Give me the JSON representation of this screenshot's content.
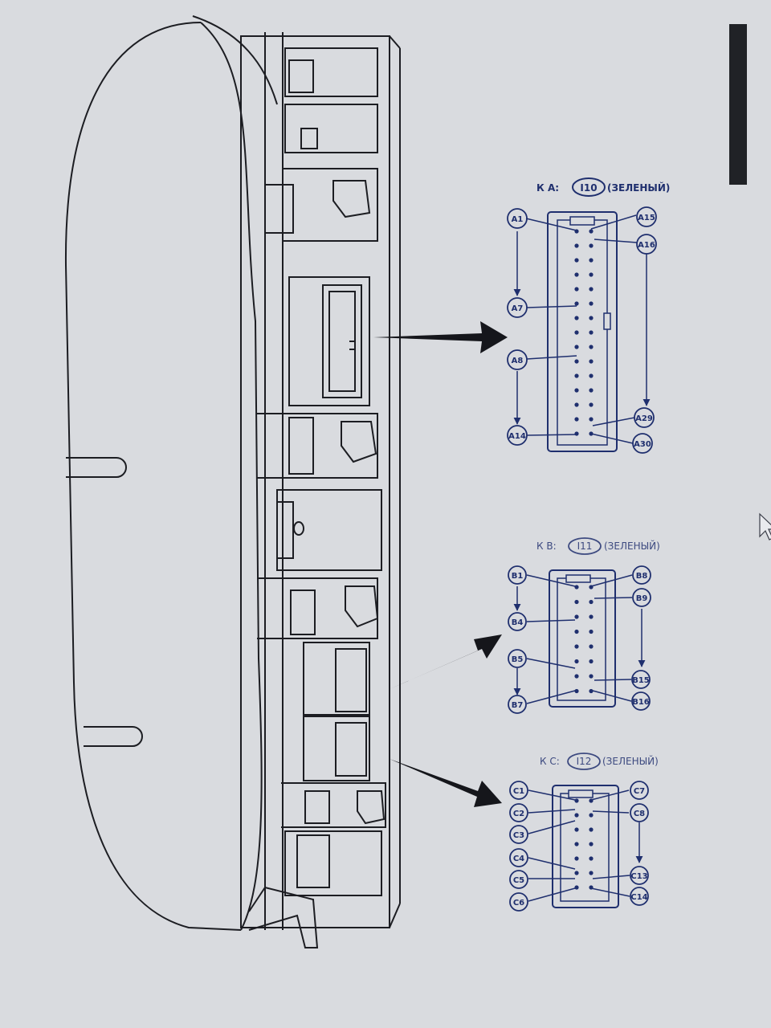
{
  "colors": {
    "background": "#d9dbdf",
    "line": "#1c1d22",
    "print_blue": "#1f2f6e"
  },
  "connectors": [
    {
      "id": "A",
      "title_prefix": "К А:",
      "code": "I10",
      "color_label": "(ЗЕЛЕНЫЙ)",
      "pins_left": [
        "A1",
        "A7",
        "A8",
        "A14"
      ],
      "pins_right": [
        "A15",
        "A16",
        "A29",
        "A30"
      ]
    },
    {
      "id": "B",
      "title_prefix": "К В:",
      "code": "I11",
      "color_label": "(ЗЕЛЕНЫЙ)",
      "pins_left": [
        "B1",
        "B4",
        "B5",
        "B7"
      ],
      "pins_right": [
        "B8",
        "B9",
        "B15",
        "B16"
      ]
    },
    {
      "id": "C",
      "title_prefix": "К С:",
      "code": "I12",
      "color_label": "(ЗЕЛЕНЫЙ)",
      "pins_left": [
        "C1",
        "C2",
        "C3",
        "C4",
        "C5",
        "C6"
      ],
      "pins_right": [
        "C7",
        "C8",
        "C13",
        "C14"
      ]
    }
  ]
}
